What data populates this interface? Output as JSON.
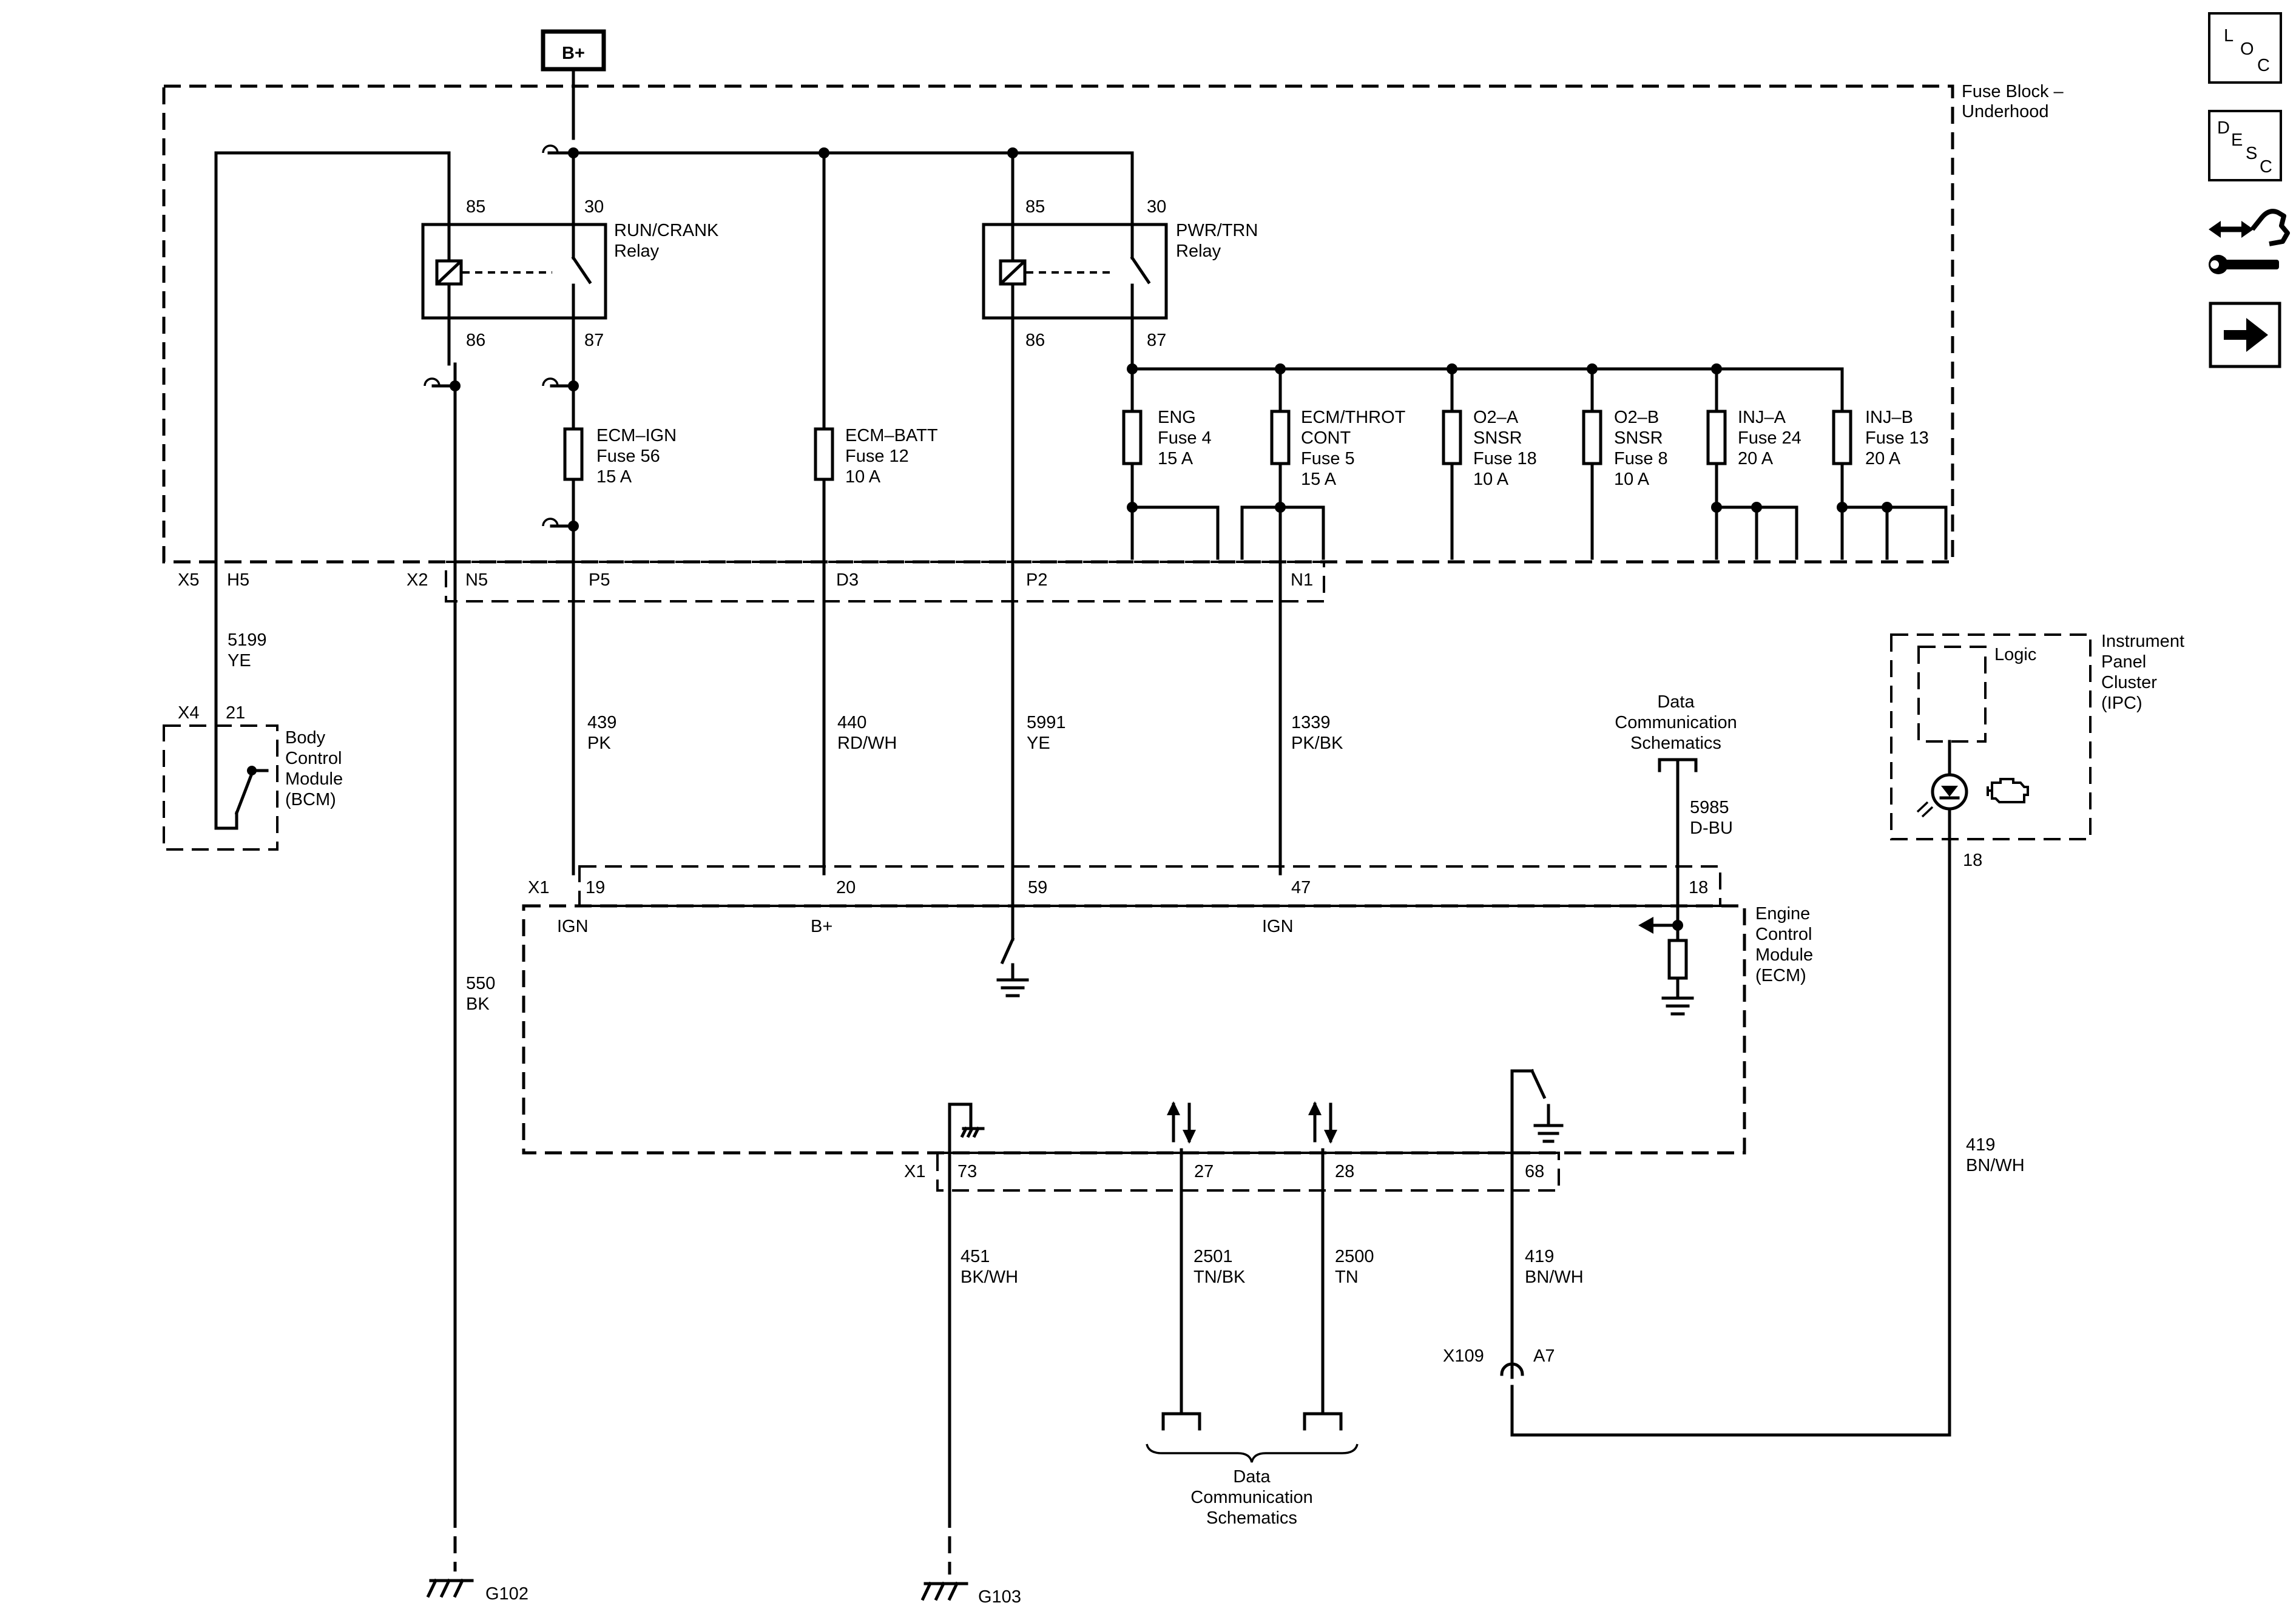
{
  "supply": {
    "label": "B+"
  },
  "fuse_block": {
    "line1": "Fuse Block –",
    "line2": "Underhood"
  },
  "relays": {
    "run_crank": {
      "pin85": "85",
      "pin30": "30",
      "pin86": "86",
      "pin87": "87",
      "name": "RUN/CRANK",
      "sub": "Relay"
    },
    "pwr_trn": {
      "pin85": "85",
      "pin30": "30",
      "pin86": "86",
      "pin87": "87",
      "name": "PWR/TRN",
      "sub": "Relay"
    }
  },
  "fuses": {
    "ecm_ign": {
      "l1": "ECM–IGN",
      "l2": "Fuse 56",
      "l3": "15 A"
    },
    "ecm_batt": {
      "l1": "ECM–BATT",
      "l2": "Fuse 12",
      "l3": "10 A"
    },
    "eng": {
      "l1": "ENG",
      "l2": "Fuse 4",
      "l3": "15 A"
    },
    "ecm_throt": {
      "l1": "ECM/THROT",
      "l2": "CONT",
      "l3": "Fuse 5",
      "l4": "15 A"
    },
    "o2a": {
      "l1": "O2–A",
      "l2": "SNSR",
      "l3": "Fuse 18",
      "l4": "10 A"
    },
    "o2b": {
      "l1": "O2–B",
      "l2": "SNSR",
      "l3": "Fuse 8",
      "l4": "10 A"
    },
    "inja": {
      "l1": "INJ–A",
      "l2": "Fuse 24",
      "l3": "20 A"
    },
    "injb": {
      "l1": "INJ–B",
      "l2": "Fuse 13",
      "l3": "20 A"
    }
  },
  "connectors": {
    "x5": "X5",
    "h5": "H5",
    "x2": "X2",
    "n5": "N5",
    "p5": "P5",
    "d3": "D3",
    "p2": "P2",
    "n1": "N1",
    "x4": "X4",
    "pin21": "21",
    "x1_top": "X1",
    "pin19": "19",
    "pin20": "20",
    "pin59": "59",
    "pin47": "47",
    "pin18_ecm": "18",
    "x1_bot": "X1",
    "pin73": "73",
    "pin27": "27",
    "pin28": "28",
    "pin68": "68",
    "pin18_ipc": "18",
    "x109": "X109",
    "a7": "A7"
  },
  "wires": {
    "w5199": {
      "num": "5199",
      "color": "YE"
    },
    "w439": {
      "num": "439",
      "color": "PK"
    },
    "w440": {
      "num": "440",
      "color": "RD/WH"
    },
    "w5991": {
      "num": "5991",
      "color": "YE"
    },
    "w1339": {
      "num": "1339",
      "color": "PK/BK"
    },
    "w5985": {
      "num": "5985",
      "color": "D-BU"
    },
    "w550": {
      "num": "550",
      "color": "BK"
    },
    "w451": {
      "num": "451",
      "color": "BK/WH"
    },
    "w2501": {
      "num": "2501",
      "color": "TN/BK"
    },
    "w2500": {
      "num": "2500",
      "color": "TN"
    },
    "w419a": {
      "num": "419",
      "color": "BN/WH"
    },
    "w419b": {
      "num": "419",
      "color": "BN/WH"
    }
  },
  "modules": {
    "bcm": {
      "l1": "Body",
      "l2": "Control",
      "l3": "Module",
      "l4": "(BCM)"
    },
    "ecm": {
      "l1": "Engine",
      "l2": "Control",
      "l3": "Module",
      "l4": "(ECM)"
    },
    "ipc": {
      "l1": "Instrument",
      "l2": "Panel",
      "l3": "Cluster",
      "l4": "(IPC)",
      "logic": "Logic"
    }
  },
  "ecm_pins": {
    "ign1": "IGN",
    "bplus": "B+",
    "ign2": "IGN"
  },
  "data_comm_top": {
    "l1": "Data",
    "l2": "Communication",
    "l3": "Schematics"
  },
  "data_comm_bottom": {
    "l1": "Data",
    "l2": "Communication",
    "l3": "Schematics"
  },
  "grounds": {
    "g102": "G102",
    "g103": "G103"
  },
  "nav": {
    "loc": {
      "a": "L",
      "b": "O",
      "c": "C"
    },
    "desc": {
      "a": "D",
      "b": "E",
      "c": "S",
      "d": "C"
    },
    "tools_icon": "component-view-icon",
    "next_icon": "arrow-right-icon"
  }
}
